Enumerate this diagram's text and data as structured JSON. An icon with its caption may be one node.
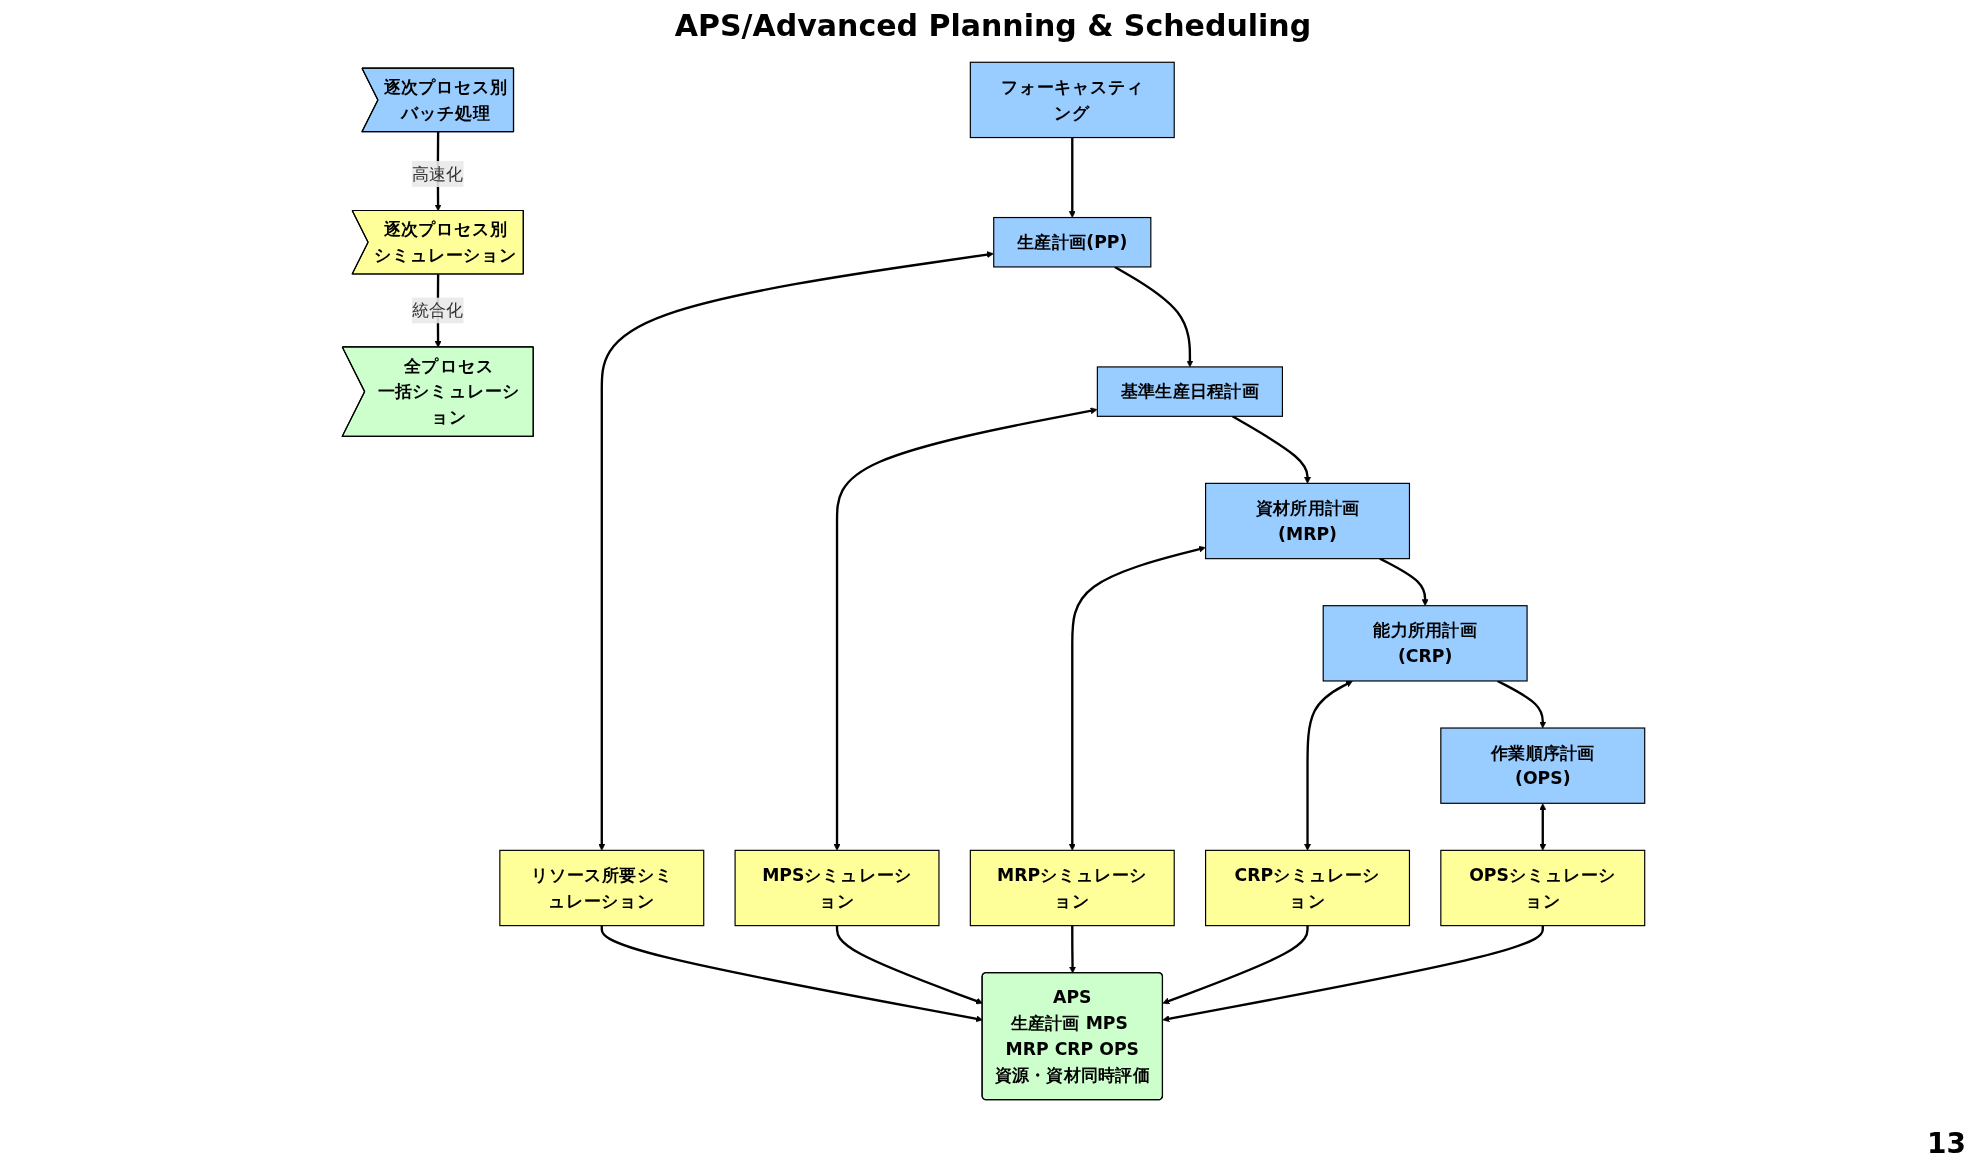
{
  "diagram": {
    "title": "APS/Advanced Planning & Scheduling",
    "nodes": [
      {
        "text": [
          "逐次プロセス別",
          "バッチ処理"
        ]
      },
      {
        "text": [
          "逐次プロセス別",
          "シミュレーション"
        ]
      },
      {
        "text": [
          "全プロセス",
          "一括シミュレーション"
        ]
      },
      {
        "text": [
          "フォーキャスティング"
        ]
      },
      {
        "text": [
          "生産計画(PP)"
        ]
      },
      {
        "text": [
          "基準生産日程計画"
        ]
      },
      {
        "text": [
          "資材所用計画(MRP)"
        ]
      },
      {
        "text": [
          "能力所用計画(CRP)"
        ]
      },
      {
        "text": [
          "作業順序計画(OPS)"
        ]
      },
      {
        "text": [
          "リソース所要シミュレーション"
        ]
      },
      {
        "text": [
          "MPSシミュレーション"
        ]
      },
      {
        "text": [
          "MRPシミュレーション"
        ]
      },
      {
        "text": [
          "CRPシミュレーション"
        ]
      },
      {
        "text": [
          "OPSシミュレーション"
        ]
      },
      {
        "text": [
          "APS",
          "生産計画 MPS MRP CRP OPS",
          "資源・資材同時評価"
        ]
      }
    ],
    "edges": [
      {
        "from": 0,
        "to": 1,
        "arrow": "to",
        "label": "高速化"
      },
      {
        "from": 1,
        "to": 2,
        "arrow": "to",
        "label": "統合化"
      },
      {
        "from": 3,
        "to": 4,
        "arrow": "to"
      },
      {
        "from": 4,
        "to": 5,
        "arrow": "to"
      },
      {
        "from": 5,
        "to": 6,
        "arrow": "to"
      },
      {
        "from": 6,
        "to": 7,
        "arrow": "to"
      },
      {
        "from": 7,
        "to": 8,
        "arrow": "to"
      },
      {
        "from": 4,
        "to": 9,
        "arrow": "both"
      },
      {
        "from": 5,
        "to": 10,
        "arrow": "both"
      },
      {
        "from": 6,
        "to": 11,
        "arrow": "both"
      },
      {
        "from": 7,
        "to": 12,
        "arrow": "both"
      },
      {
        "from": 8,
        "to": 13,
        "arrow": "both"
      },
      {
        "from": 9,
        "to": 14,
        "arrow": "to"
      },
      {
        "from": 10,
        "to": 14,
        "arrow": "to"
      },
      {
        "from": 11,
        "to": 14,
        "arrow": "to"
      },
      {
        "from": 12,
        "to": 14,
        "arrow": "to"
      },
      {
        "from": 13,
        "to": 14,
        "arrow": "to"
      }
    ],
    "labels": [
      "13"
    ]
  }
}
